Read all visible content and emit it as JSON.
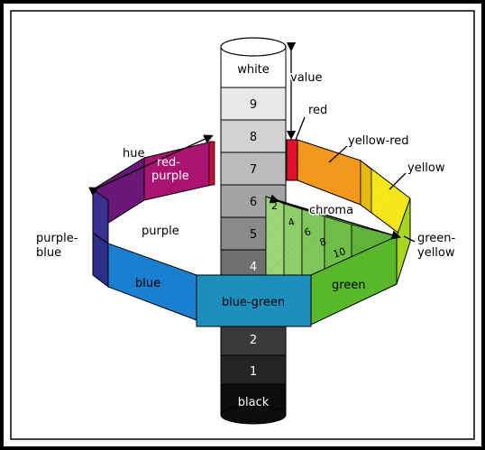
{
  "diagram": {
    "value_labels": {
      "white": "white",
      "v9": "9",
      "v8": "8",
      "v7": "7",
      "v6": "6",
      "v5": "5",
      "v4": "4",
      "v2": "2",
      "v1": "1",
      "black": "black"
    },
    "annotations": {
      "value": "value",
      "hue": "hue",
      "chroma": "chroma"
    },
    "hue_labels": {
      "red": "red",
      "yellow_red": "yellow-red",
      "yellow": "yellow",
      "green_yellow_1": "green-",
      "green_yellow_2": "yellow",
      "green": "green",
      "blue_green": "blue-green",
      "blue": "blue",
      "purple_blue_1": "purple-",
      "purple_blue_2": "blue",
      "purple": "purple",
      "red_purple_1": "red-",
      "red_purple_2": "purple"
    },
    "chroma_steps": {
      "c2": "2",
      "c4": "4",
      "c6": "6",
      "c8": "8",
      "c10": "10"
    },
    "colors": {
      "red": "#e0102a",
      "yellow_red": "#f59a1c",
      "yellow": "#f7e81a",
      "green_yellow": "#a6d61e",
      "green": "#58b82a",
      "blue_green": "#1d8fbf",
      "blue": "#1a7fcf",
      "purple_blue": "#2b2f8a",
      "purple": "#7a1a7d",
      "red_purple": "#b3136f"
    }
  }
}
